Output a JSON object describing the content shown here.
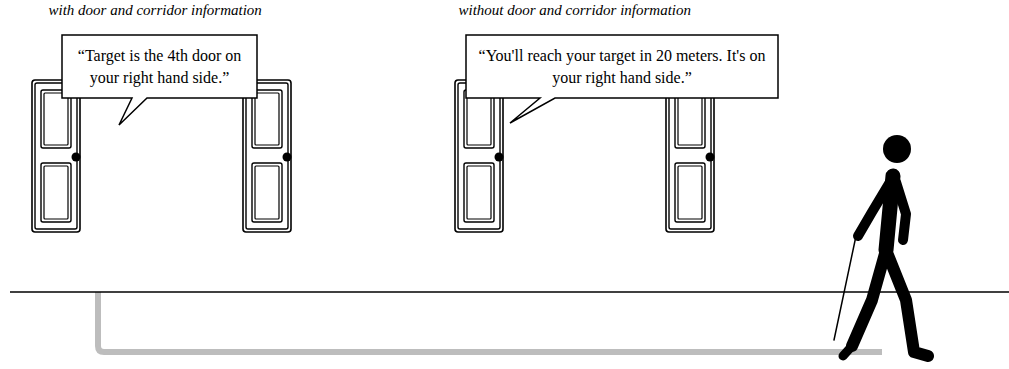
{
  "diagram": {
    "nodes": [
      {
        "text": [
          "“Target is the 4th door on your right hand side.”"
        ]
      },
      {
        "text": [
          "“You'll reach your target in 20 meters. It's on your right hand side.”"
        ]
      }
    ],
    "labels": [
      "with door and corridor information",
      "without door and corridor information"
    ]
  }
}
